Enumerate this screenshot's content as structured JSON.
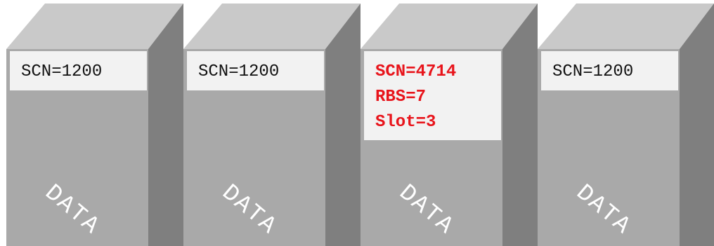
{
  "colors": {
    "front": "#a9a9a9",
    "side": "#7f7f7f",
    "top": "#c9c9c9",
    "label_bg": "#f2f2f2",
    "text": "#111111",
    "highlight": "#e8141b"
  },
  "blocks": [
    {
      "lines": [
        "SCN=1200"
      ],
      "highlight": false,
      "body": "DATA"
    },
    {
      "lines": [
        "SCN=1200"
      ],
      "highlight": false,
      "body": "DATA"
    },
    {
      "lines": [
        "SCN=4714",
        "RBS=7",
        "Slot=3"
      ],
      "highlight": true,
      "body": "DATA"
    },
    {
      "lines": [
        "SCN=1200"
      ],
      "highlight": false,
      "body": "DATA"
    }
  ]
}
